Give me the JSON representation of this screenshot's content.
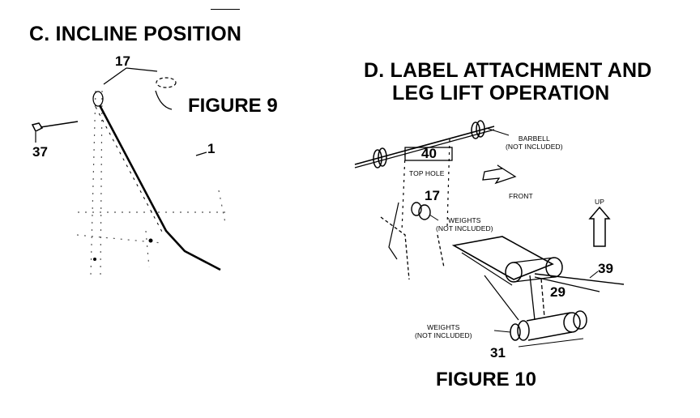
{
  "sections": {
    "c_heading": "C. INCLINE POSITION",
    "d_heading_line1": "D. LABEL ATTACHMENT AND",
    "d_heading_line2": "LEG LIFT OPERATION"
  },
  "figure9": {
    "caption": "FIGURE 9",
    "callouts": {
      "part17": "17",
      "part37": "37",
      "part1": "1"
    }
  },
  "figure10": {
    "caption": "FIGURE 10",
    "callouts": {
      "part40": "40",
      "part17": "17",
      "part39": "39",
      "part29": "29",
      "part31": "31"
    },
    "labels": {
      "barbell_line1": "BARBELL",
      "barbell_line2": "(NOT INCLUDED)",
      "top_hole": "TOP HOLE",
      "front": "FRONT",
      "up": "UP",
      "weights_upper_line1": "WEIGHTS",
      "weights_upper_line2": "(NOT INCLUDED)",
      "weights_lower_line1": "WEIGHTS",
      "weights_lower_line2": "(NOT INCLUDED)"
    }
  }
}
